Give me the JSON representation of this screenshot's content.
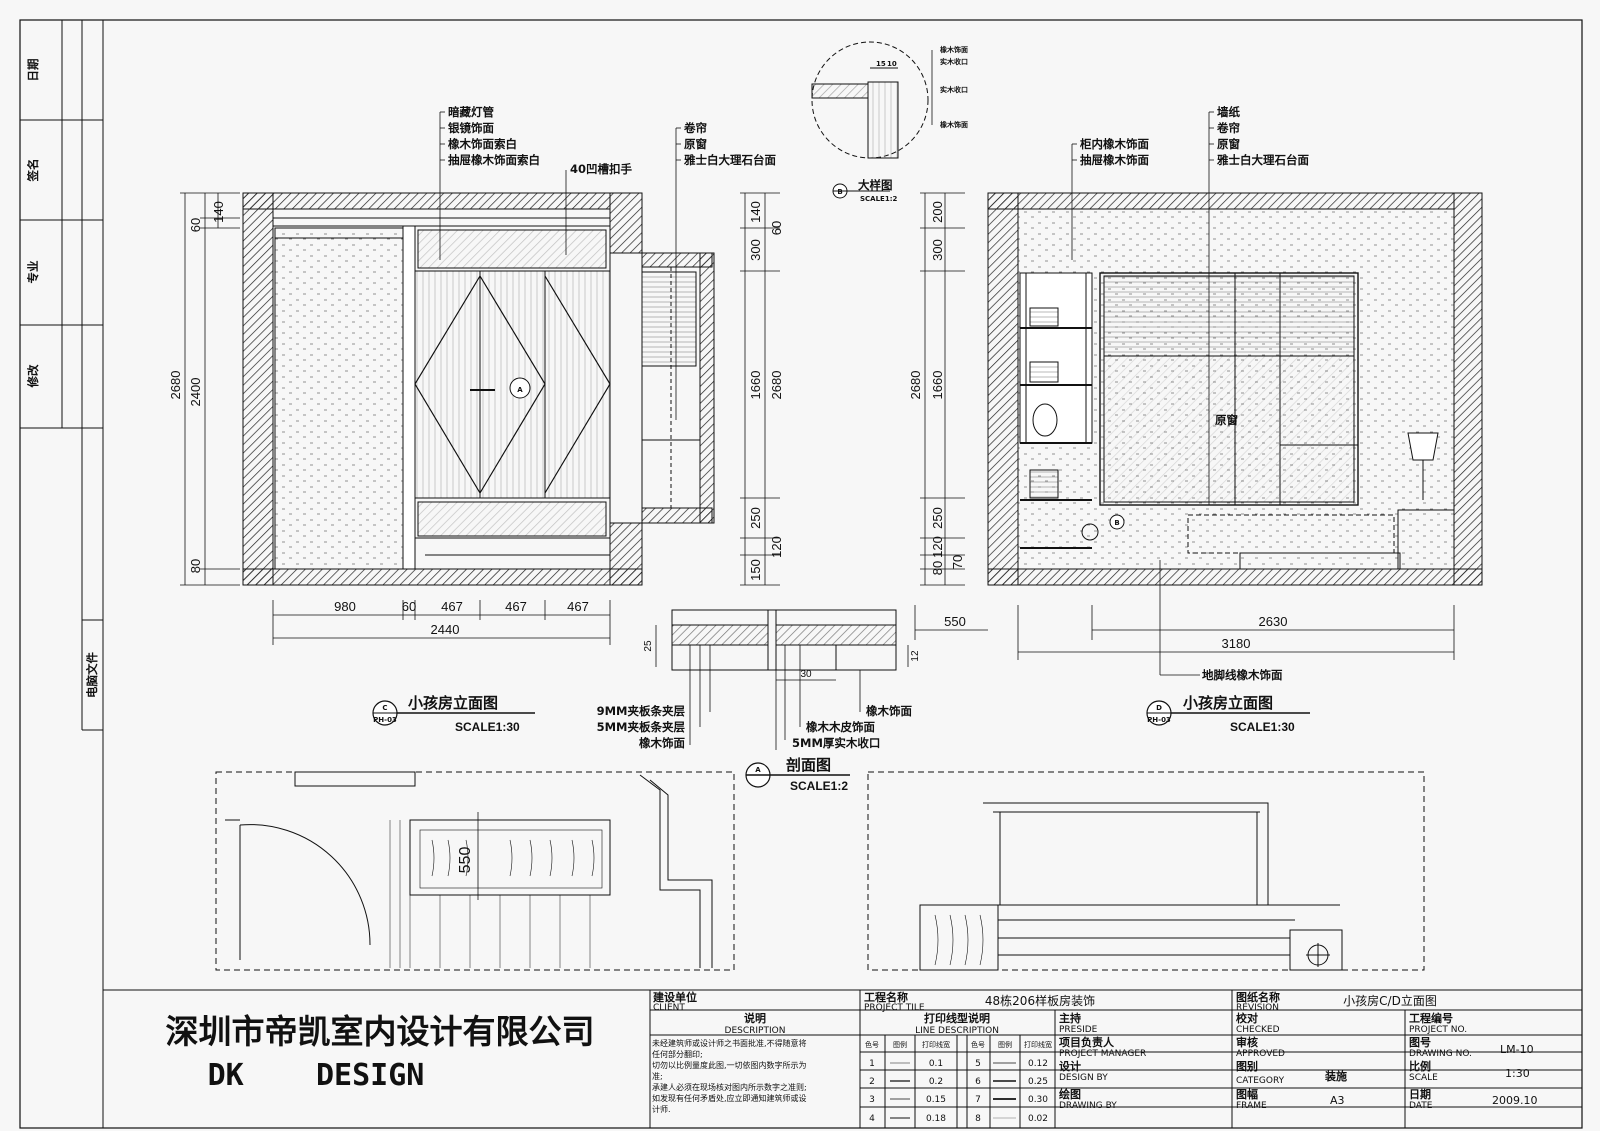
{
  "margin_column": {
    "items": [
      "日期",
      "签名",
      "专业",
      "修改"
    ],
    "computer_file": "电脑文件"
  },
  "elevation_c": {
    "tag": "C",
    "sheet_ref": "PH-03",
    "title": "小孩房立面图",
    "scale": "SCALE1:30",
    "left_callouts": [
      "暗藏灯管",
      "银镜饰面",
      "橡木饰面索白",
      "抽屉橡木饰面索白"
    ],
    "handle_callout": "40凹槽扣手",
    "right_callouts": [
      "卷帘",
      "原窗",
      "雅士白大理石台面"
    ],
    "dims_left_outer": "2680",
    "dims_left_inner": [
      "60",
      "2400",
      "80"
    ],
    "dims_left_top": "140",
    "dims_right_outer": "2680",
    "dims_right_inner": [
      "140",
      "60",
      "300",
      "1660",
      "250",
      "120",
      "150"
    ],
    "dims_bottom": [
      "980",
      "60",
      "467",
      "467",
      "467"
    ],
    "dims_bottom_total": "2440",
    "section_marker": "A"
  },
  "detail_b": {
    "tag": "B",
    "title": "大样图",
    "scale": "SCALE1:2",
    "dims": [
      "15",
      "10"
    ],
    "callouts": [
      "橡木饰面",
      "实木收口",
      "实木收口",
      "橡木饰面"
    ]
  },
  "section_a": {
    "tag": "A",
    "title": "剖面图",
    "scale": "SCALE1:2",
    "dims": [
      "25",
      "12",
      "30"
    ],
    "left_callouts": [
      "9MM夹板条夹层",
      "5MM夹板条夹层",
      "橡木饰面"
    ],
    "right_callouts": [
      "橡木饰面",
      "橡木木皮饰面",
      "5MM厚实木收口"
    ]
  },
  "elevation_d": {
    "tag": "D",
    "sheet_ref": "PH-03",
    "title": "小孩房立面图",
    "scale": "SCALE1:30",
    "left_callouts": [
      "柜内橡木饰面",
      "抽屉橡木饰面"
    ],
    "right_callouts": [
      "墙纸",
      "卷帘",
      "原窗",
      "雅士白大理石台面"
    ],
    "window_label": "原窗",
    "baseboard_callout": "地脚线橡木饰面",
    "dims_left_outer": "2680",
    "dims_left_inner": [
      "200",
      "300",
      "1660",
      "250",
      "120",
      "70",
      "80"
    ],
    "dims_bottom": "2630",
    "dims_bottom_total": "3180",
    "dims_side": "550",
    "detail_marker": "B"
  },
  "plan_a": {
    "dim": "550"
  },
  "title_block": {
    "company_cn": "深圳市帝凯室内设计有限公司",
    "company_en": "DK    DESIGN",
    "client_cn": "建设单位",
    "client_en": "CLIENT",
    "desc_cn": "说明",
    "desc_en": "DESCRIPTION",
    "desc_text": [
      "未经建筑师或设计师之书面批准,不得随意将",
      "任何部分翻印;",
      "切勿以比例量度此图,一切依图内数字所示为",
      "准;",
      "承建人必须在现场核对图内所示数字之准则;",
      "如发现有任何矛盾处,应立即通知建筑师或设",
      "计师."
    ],
    "project_title_cn": "工程名称",
    "project_title_en": "PROJECT TILE",
    "project_name": "48栋206样板房装饰",
    "line_desc_cn": "打印线型说明",
    "line_desc_en": "LINE DESCRIPTION",
    "line_headers": [
      "色号",
      "图例",
      "打印线宽",
      "色号",
      "图例",
      "打印线宽"
    ],
    "line_rows": [
      [
        "1",
        "0.1",
        "5",
        "0.12"
      ],
      [
        "2",
        "0.2",
        "6",
        "0.25"
      ],
      [
        "3",
        "0.15",
        "7",
        "0.30"
      ],
      [
        "4",
        "0.18",
        "8",
        "0.02"
      ]
    ],
    "preside_cn": "主持",
    "preside_en": "PRESIDE",
    "pm_cn": "项目负责人",
    "pm_en": "PROJECT MANAGER",
    "design_cn": "设计",
    "design_en": "DESIGN BY",
    "drawing_cn": "绘图",
    "drawing_en": "DRAWING BY",
    "revision_cn": "图纸名称",
    "revision_en": "REVISION",
    "drawing_name": "小孩房C/D立面图",
    "checked_cn": "校对",
    "checked_en": "CHECKED",
    "approved_cn": "审核",
    "approved_en": "APPROVED",
    "category_cn": "图别",
    "category_en": "CATEGORY",
    "category_val": "装施",
    "frame_cn": "图幅",
    "frame_en": "FRAME",
    "frame_val": "A3",
    "proj_no_cn": "工程编号",
    "proj_no_en": "PROJECT NO.",
    "draw_no_cn": "图号",
    "draw_no_en": "DRAWING NO.",
    "draw_no_val": "LM-10",
    "scale_cn": "比例",
    "scale_en": "SCALE",
    "scale_val": "1:30",
    "date_cn": "日期",
    "date_en": "DATE",
    "date_val": "2009.10"
  }
}
